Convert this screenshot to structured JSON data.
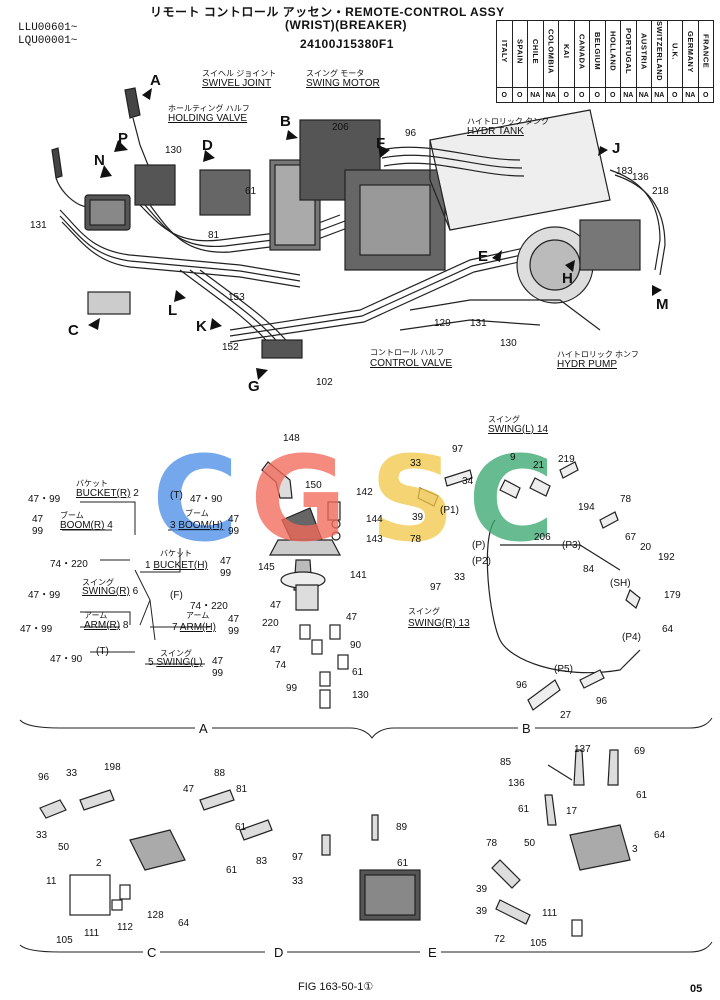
{
  "header": {
    "serial_1": "LLU00601~",
    "serial_2": "LQU00001~",
    "title_line1": "リモート コントロール アッセン・REMOTE-CONTROL ASSY",
    "title_line2": "(WRIST)(BREAKER)",
    "part_number": "24100J15380F1"
  },
  "country_table": {
    "countries": [
      "ITALY",
      "SPAIN",
      "CHILE",
      "COLOMBIA",
      "KAI",
      "CANADA",
      "BELGIUM",
      "HOLLAND",
      "PORTUGAL",
      "AUSTRIA",
      "SWITZERLAND",
      "U.K.",
      "GERMANY",
      "FRANCE"
    ],
    "marks": [
      "O",
      "O",
      "NA",
      "NA",
      "O",
      "O",
      "O",
      "O",
      "NA",
      "NA",
      "NA",
      "O",
      "NA",
      "O"
    ]
  },
  "top_labels": {
    "swivel_jp": "スイヘル ジョイント",
    "swivel_en": "SWIVEL JOINT",
    "swing_motor_jp": "スイング モータ",
    "swing_motor_en": "SWING MOTOR",
    "holding_jp": "ホールティング ハルフ",
    "holding_en": "HOLDING VALVE",
    "hydr_tank_jp": "ハイトロリック タンク",
    "hydr_tank_en": "HYDR TANK",
    "control_jp": "コントロール ハルフ",
    "control_en": "CONTROL VALVE",
    "hydr_pump_jp": "ハイトロリック ホンフ",
    "hydr_pump_en": "HYDR PUMP"
  },
  "callout_letters": [
    "A",
    "B",
    "C",
    "D",
    "E",
    "F",
    "G",
    "H",
    "J",
    "K",
    "L",
    "M",
    "N",
    "P"
  ],
  "top_numbers": [
    "130",
    "131",
    "61",
    "81",
    "153",
    "152",
    "206",
    "96",
    "183",
    "136",
    "218",
    "129",
    "131",
    "130",
    "102"
  ],
  "section_a_schematic": {
    "rows": [
      {
        "left": "47・99",
        "label": "BUCKET(R)",
        "num": "2",
        "mid": "47・90"
      },
      {
        "left": "47\n99",
        "label": "BOOM(R)",
        "num": "4",
        "right_label": "BOOM(H)",
        "right_num": "3",
        "right_val": "47\n99"
      },
      {
        "left": "74・220",
        "label": "BUCKET(H)",
        "num": "1",
        "right_val": "47\n99"
      },
      {
        "left": "47・99",
        "label": "SWING(R)",
        "num": "6",
        "mid": "74・220"
      },
      {
        "left": "47・99",
        "label": "ARM(R)",
        "num": "8",
        "right_label": "ARM(H)",
        "right_num": "7",
        "right_val": "47\n99"
      },
      {
        "left": "47・90",
        "label": "SWING(L)",
        "num": "5",
        "right_val": "47\n99"
      }
    ],
    "jp_bucket": "バケット",
    "jp_boom": "ブーム",
    "jp_swing": "スイング",
    "jp_arm": "アーム",
    "t_label": "T",
    "f_label": "F"
  },
  "section_a_parts": [
    "148",
    "150",
    "142",
    "144",
    "143",
    "145",
    "141",
    "47",
    "220",
    "47",
    "74",
    "90",
    "61",
    "99",
    "130",
    "47"
  ],
  "section_b": {
    "swing_l": "SWING(L) 14",
    "swing_r": "SWING(R) 13",
    "jp_swing": "スイング",
    "ports": [
      "P1",
      "P",
      "P2",
      "P3",
      "SH",
      "P4",
      "P5"
    ],
    "parts": [
      "33",
      "97",
      "9",
      "21",
      "219",
      "34",
      "39",
      "78",
      "33",
      "97",
      "206",
      "194",
      "78",
      "67",
      "20",
      "84",
      "192",
      "179",
      "64",
      "96",
      "27",
      "96"
    ]
  },
  "section_labels": {
    "a": "A",
    "b": "B",
    "c": "C",
    "d": "D",
    "e": "E"
  },
  "section_c_parts": [
    "96",
    "33",
    "198",
    "33",
    "50",
    "88",
    "47",
    "81",
    "61",
    "83",
    "2",
    "61",
    "11",
    "128",
    "64",
    "105",
    "111",
    "112"
  ],
  "section_d_parts": [
    "89",
    "97",
    "61",
    "33"
  ],
  "section_e_parts": [
    "137",
    "69",
    "85",
    "136",
    "61",
    "17",
    "61",
    "64",
    "78",
    "50",
    "3",
    "39",
    "39",
    "111",
    "72",
    "105"
  ],
  "footer": {
    "fig": "FIG 163-50-1①",
    "page": "05"
  },
  "watermark": {
    "letters": [
      "C",
      "G",
      "S",
      "C"
    ],
    "colors": [
      "#4f8fe8",
      "#f26b5b",
      "#f2c94c",
      "#3caa72"
    ]
  }
}
